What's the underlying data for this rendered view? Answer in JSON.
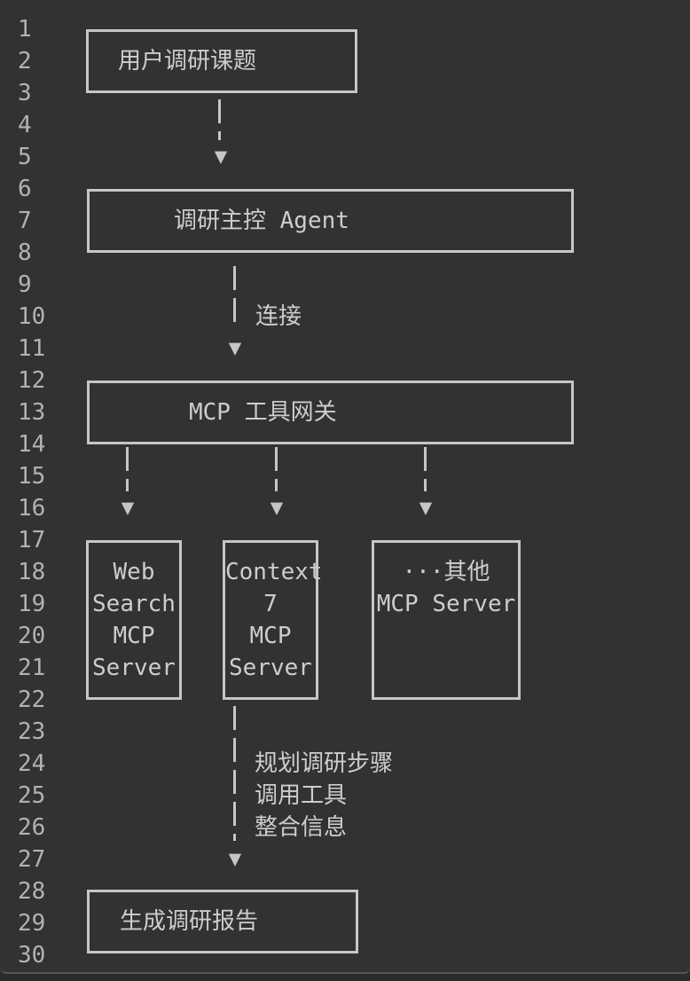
{
  "editor": {
    "line_numbers": [
      "1",
      "2",
      "3",
      "4",
      "5",
      "6",
      "7",
      "8",
      "9",
      "10",
      "11",
      "12",
      "13",
      "14",
      "15",
      "16",
      "17",
      "18",
      "19",
      "20",
      "21",
      "22",
      "23",
      "24",
      "25",
      "26",
      "27",
      "28",
      "29",
      "30"
    ]
  },
  "colors": {
    "background": "#323232",
    "stroke": "#c6c6c6",
    "text": "#cdcdcd",
    "line_number": "#b2b2b2"
  },
  "diagram": {
    "arrow_glyph": "▼",
    "nodes": {
      "topic": {
        "label": "用户调研课题"
      },
      "agent": {
        "label": "调研主控 Agent"
      },
      "gateway": {
        "label": "MCP 工具网关"
      },
      "web_search": {
        "lines": [
          "Web",
          "Search",
          "MCP",
          "Server"
        ]
      },
      "context7": {
        "lines": [
          "Context",
          "7",
          "MCP",
          "Server"
        ]
      },
      "other": {
        "lines": [
          "···其他",
          "MCP Server"
        ]
      },
      "report": {
        "label": "生成调研报告"
      }
    },
    "edges": {
      "connect_label": "连接",
      "steps": [
        "规划调研步骤",
        "调用工具",
        "整合信息"
      ]
    }
  }
}
